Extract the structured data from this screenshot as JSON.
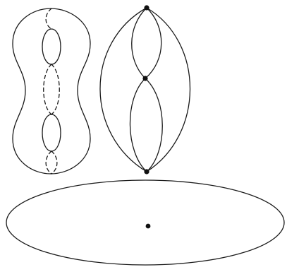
{
  "figure": {
    "background": "#ffffff",
    "ink_color": "#1a1a1a",
    "panels": [
      {
        "name": "genus-two-surface",
        "description_kind": "surface with two handles, cut curves drawn solid and dashed"
      },
      {
        "name": "graph-with-three-vertices",
        "vertex_count": 3
      },
      {
        "name": "disk-with-marked-point",
        "marked_points": 1
      }
    ]
  }
}
